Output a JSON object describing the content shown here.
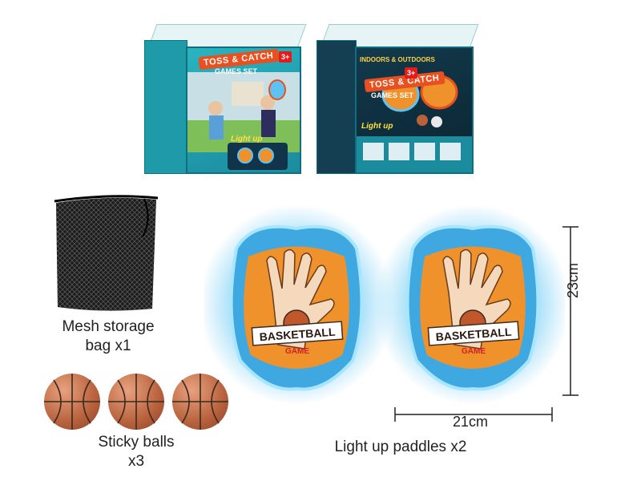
{
  "boxes": {
    "title_line1": "TOSS & CATCH",
    "title_line2": "GAMES SET",
    "indoors_outdoors": "INDOORS & OUTDOORS",
    "age_badge": "3+",
    "light_up": "Light up"
  },
  "items": {
    "mesh_bag_label_line1": "Mesh storage",
    "mesh_bag_label_line2": "bag x1",
    "balls_label_line1": "Sticky balls",
    "balls_label_line2": "x3",
    "paddles_label": "Light up paddles x2"
  },
  "paddle_graphic": {
    "title": "BASKETBALL",
    "subtitle": "GAME"
  },
  "dimensions": {
    "height": "23cm",
    "width": "21cm"
  },
  "colors": {
    "box_teal": "#1a8c9e",
    "title_orange": "#e8501f",
    "paddle_glow": "#5ec3f2",
    "paddle_face": "#f0922c",
    "ball": "#b8613d"
  }
}
